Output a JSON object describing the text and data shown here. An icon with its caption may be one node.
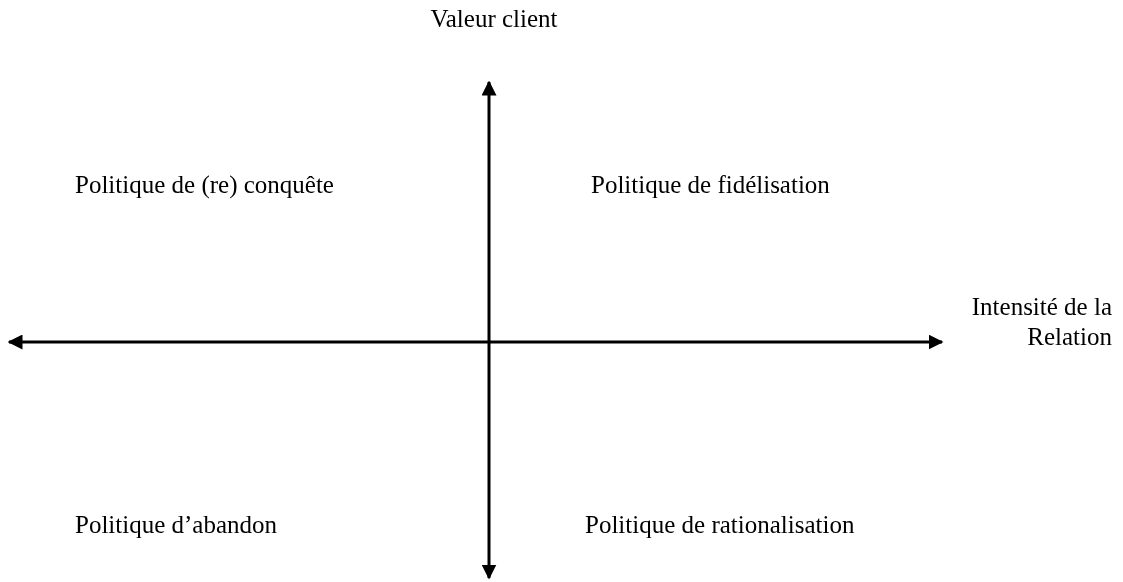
{
  "diagram": {
    "labels": [
      "Valeur client",
      "Politique de (re) conquête",
      "Politique de fidélisation",
      "Intensité de la Relation",
      "Politique d’abandon",
      "Politique de rationalisation"
    ]
  }
}
